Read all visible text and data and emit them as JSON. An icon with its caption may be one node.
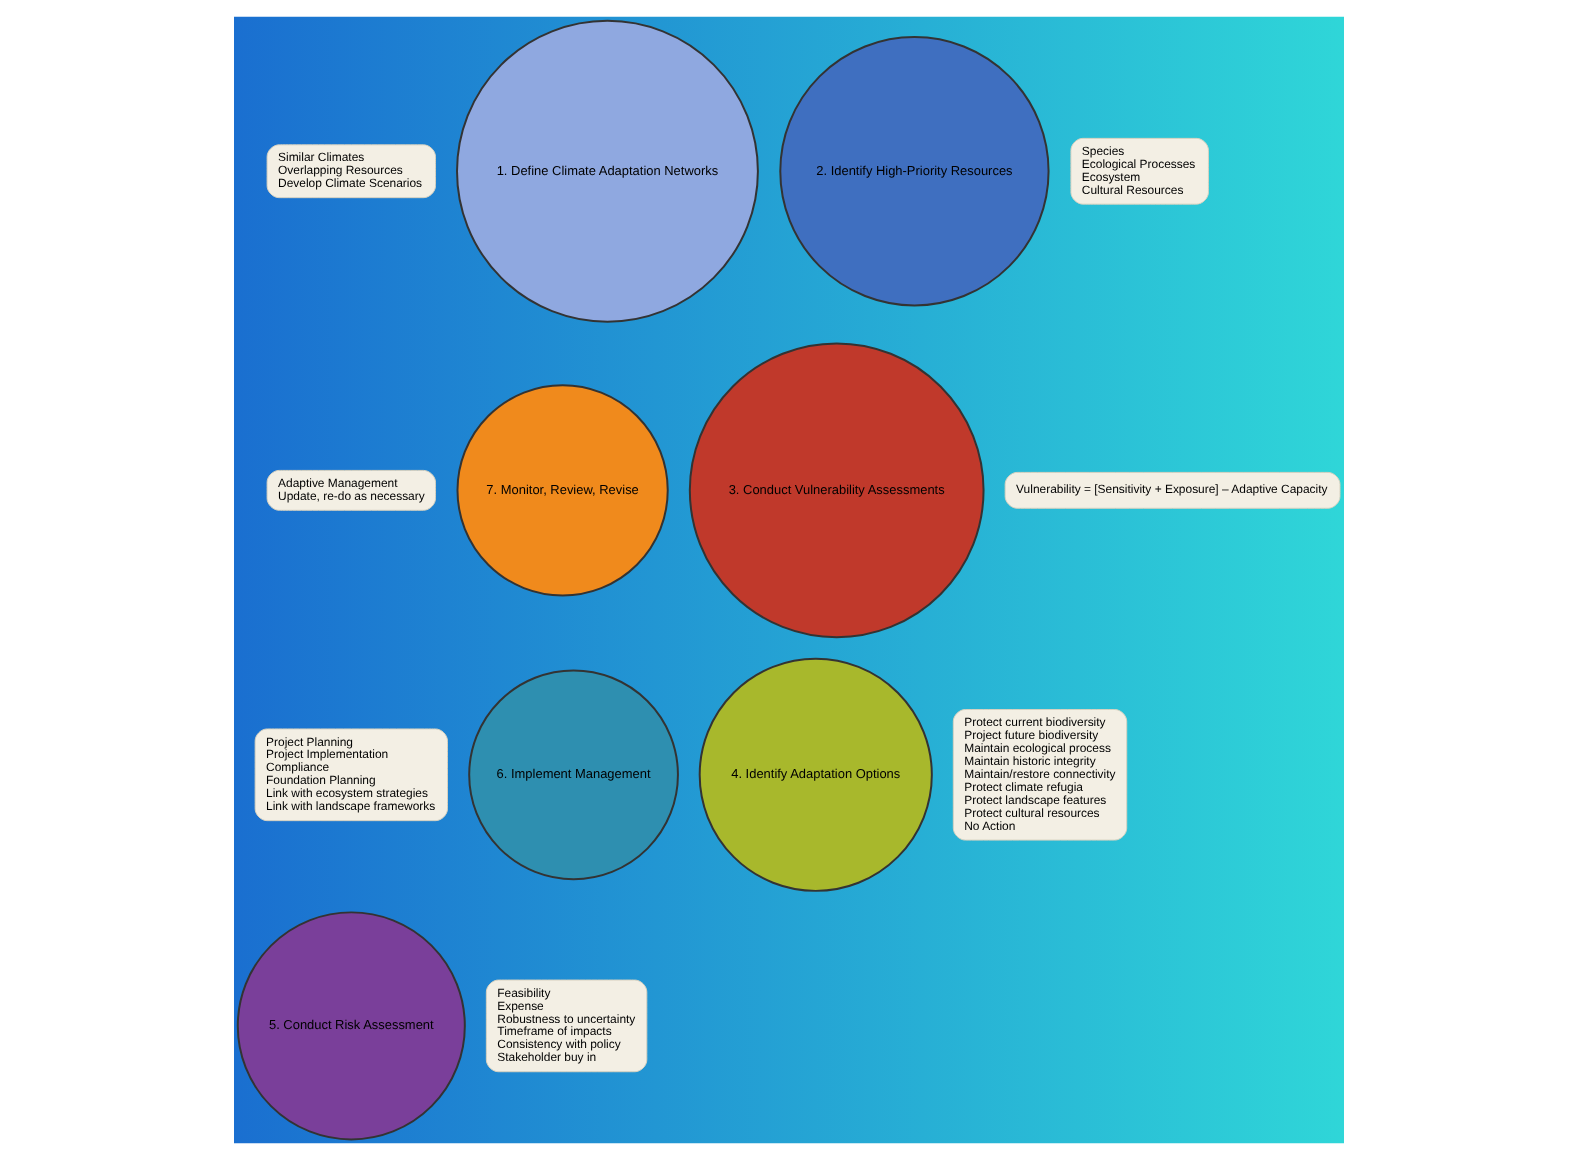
{
  "diagram": {
    "nodes": [
      {
        "text": [
          "1. Define Climate Adaptation Networks"
        ]
      },
      {
        "text": [
          "Similar Climates",
          "Overlapping Resources",
          "Develop Climate Scenarios"
        ]
      },
      {
        "text": [
          "2. Identify High-Priority Resources"
        ]
      },
      {
        "text": [
          "Species",
          "Ecological Processes",
          "Ecosystem",
          "Cultural Resources"
        ]
      },
      {
        "text": [
          "7. Monitor, Review, Revise"
        ]
      },
      {
        "text": [
          "Adaptive Management",
          "Update, re-do as necessary"
        ]
      },
      {
        "text": [
          "3. Conduct Vulnerability Assessments"
        ]
      },
      {
        "text": [
          "Vulnerability = [Sensitivity + Exposure] – Adaptive Capacity"
        ]
      },
      {
        "text": [
          "6. Implement Management"
        ]
      },
      {
        "text": [
          "Project Planning",
          "Project Implementation",
          "Compliance",
          "Foundation Planning",
          "Link with ecosystem strategies",
          "Link with landscape frameworks"
        ]
      },
      {
        "text": [
          "4. Identify Adaptation Options"
        ]
      },
      {
        "text": [
          "Protect current biodiversity",
          "Project future biodiversity",
          "Maintain ecological process",
          "Maintain historic integrity",
          "Maintain/restore connectivity",
          "Protect climate refugia",
          "Protect landscape features",
          "Protect cultural resources",
          "No Action"
        ]
      },
      {
        "text": [
          "5. Conduct Risk Assessment"
        ]
      },
      {
        "text": [
          "Feasibility",
          "Expense",
          "Robustness to uncertainty",
          "Timeframe of impacts",
          "Consistency with policy",
          "Stakeholder buy in"
        ]
      }
    ],
    "edges": []
  }
}
